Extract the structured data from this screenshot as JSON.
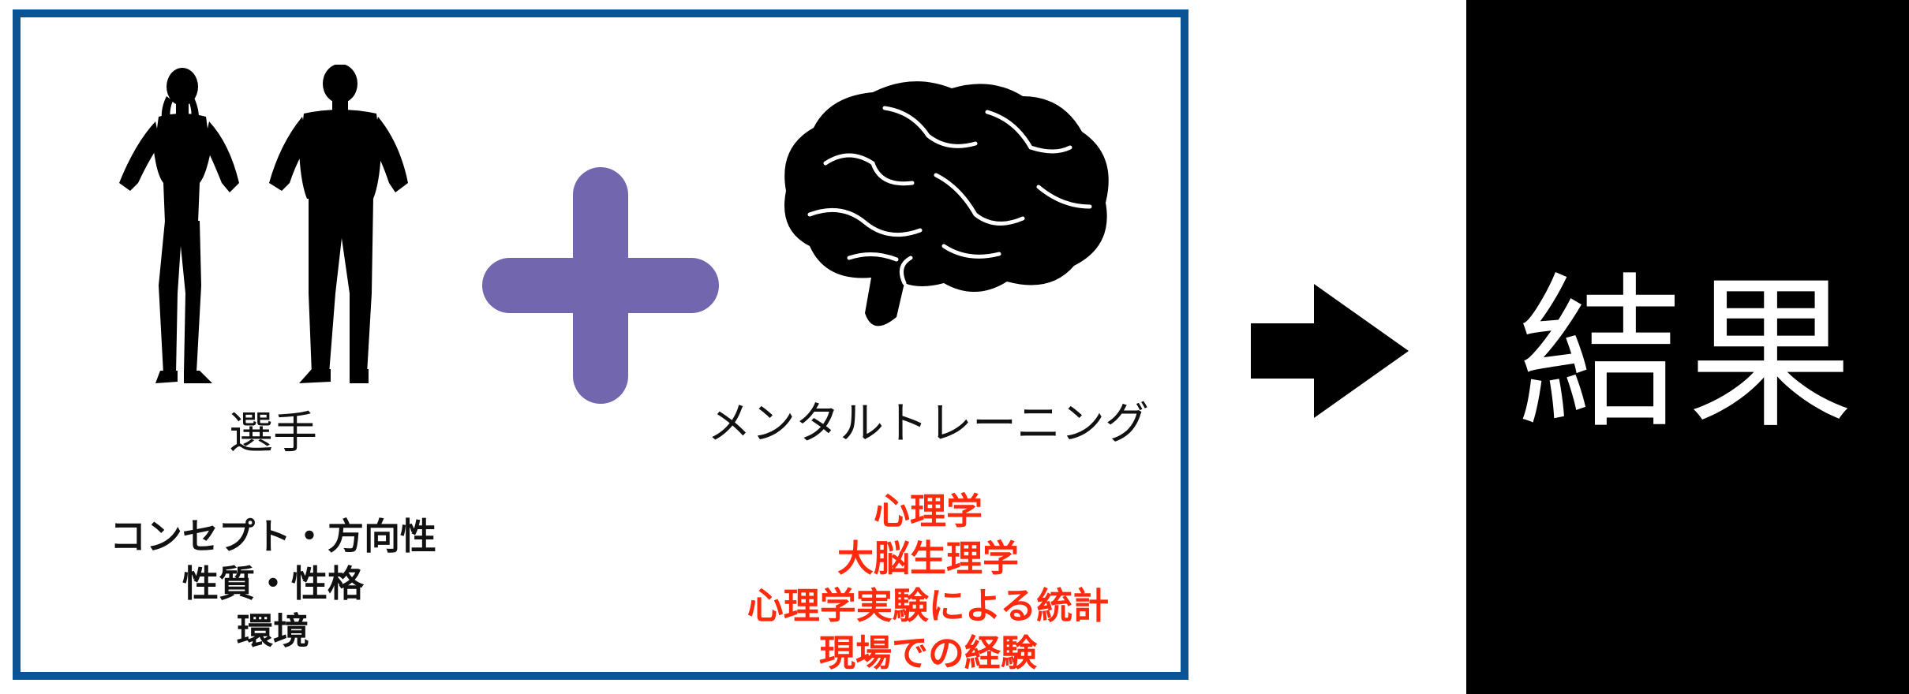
{
  "colors": {
    "frame_border": "#0c5394",
    "plus": "#7266ae",
    "red_text": "#ff2a0e",
    "result_bg": "#000000",
    "result_text": "#ffffff"
  },
  "icons": {
    "people": "people-silhouette-icon",
    "plus": "plus-icon",
    "brain": "brain-icon",
    "arrow": "right-arrow-icon"
  },
  "player": {
    "label": "選手",
    "lines": [
      "コンセプト・方向性",
      "性質・性格",
      "環境"
    ]
  },
  "mental": {
    "label": "メンタルトレーニング",
    "lines": [
      "心理学",
      "大脳生理学",
      "心理学実験による統計",
      "現場での経験"
    ]
  },
  "result": {
    "label": "結果"
  }
}
